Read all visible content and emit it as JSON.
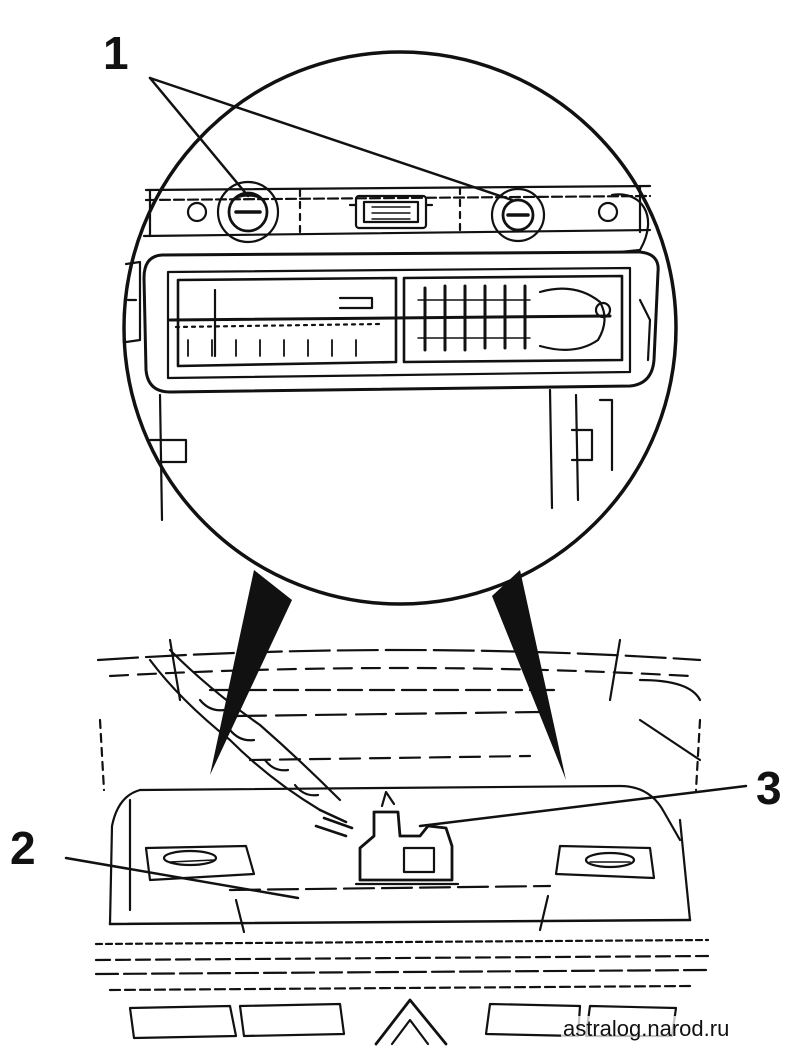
{
  "callouts": {
    "label_1": "1",
    "label_2": "2",
    "label_3": "3"
  },
  "watermark": "astralog.narod.ru",
  "colors": {
    "ink": "#111111",
    "paper": "#ffffff"
  }
}
